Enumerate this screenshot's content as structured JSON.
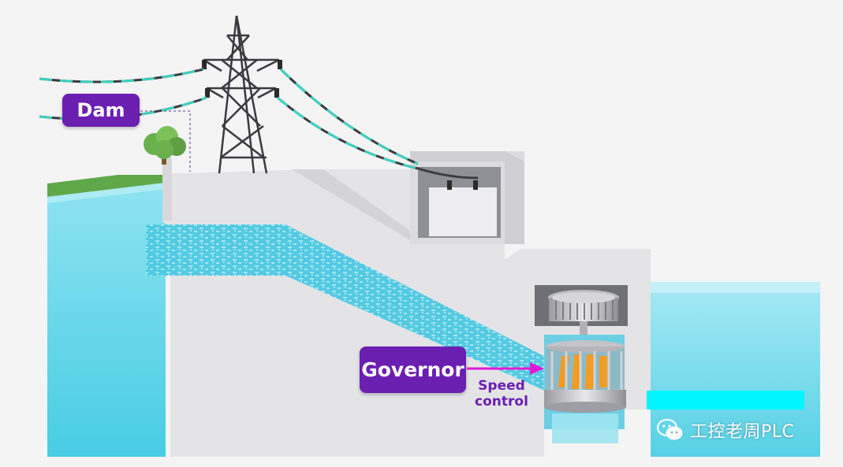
{
  "labels": {
    "dam": "Dam",
    "governor": "Governor",
    "speed_line1": "Speed",
    "speed_line2": "control"
  },
  "watermark": {
    "text": "工控老周PLC",
    "icon": "wechat-icon"
  },
  "colors": {
    "label_purple": "#6b1fb1",
    "arrow_magenta": "#e11ad6",
    "water": "#6fd6ea",
    "water_deep": "#2fc4e0",
    "concrete": "#e3e3e6",
    "concrete_dark": "#cfcfd3",
    "cable_accent": "#3fd1c1",
    "tree": "#6ab04c",
    "turbine_orange": "#f39c23"
  }
}
